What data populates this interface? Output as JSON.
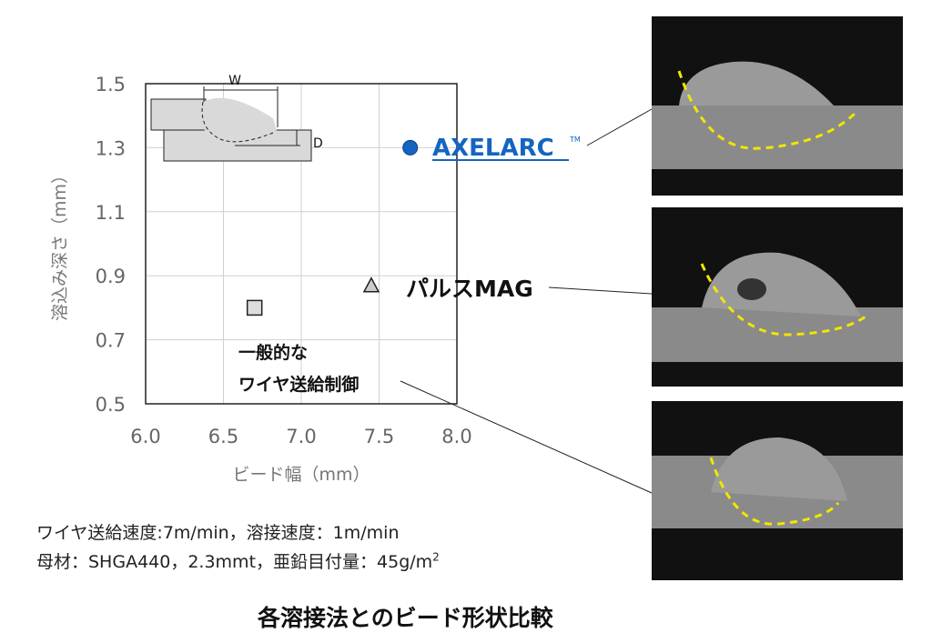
{
  "chart_data": {
    "type": "scatter",
    "xlabel": "ビード幅（mm）",
    "ylabel": "溶込み深さ（mm）",
    "xlim": [
      6.0,
      8.0
    ],
    "ylim": [
      0.5,
      1.5
    ],
    "xticks": [
      "6.0",
      "6.5",
      "7.0",
      "7.5",
      "8.0"
    ],
    "yticks": [
      "1.5",
      "1.3",
      "1.1",
      "0.9",
      "0.7",
      "0.5"
    ],
    "grid": true,
    "inset_labels": {
      "width": "W",
      "depth": "D"
    },
    "series": [
      {
        "name": "AXELARC™",
        "marker": "circle",
        "color": "#1565c0",
        "x": 7.7,
        "y": 1.3
      },
      {
        "name": "パルスMAG",
        "marker": "triangle",
        "color": "#cccccc",
        "x": 7.45,
        "y": 0.87
      },
      {
        "name": "一般的な ワイヤ送給制御",
        "marker": "square",
        "color": "#dddddd",
        "x": 6.7,
        "y": 0.8
      }
    ]
  },
  "labels": {
    "axelarc": "AXELARC",
    "tm": "TM",
    "pulse_mag": "パルスMAG",
    "general_line1": "一般的な",
    "general_line2": "ワイヤ送給制御"
  },
  "conditions": {
    "line1": "ワイヤ送給速度:7m/min，溶接速度：1m/min",
    "line2_prefix": "母材：SHGA440，2.3mmt，亜鉛目付量：45g/m",
    "line2_sup": "2"
  },
  "caption": "各溶接法とのビード形状比較"
}
